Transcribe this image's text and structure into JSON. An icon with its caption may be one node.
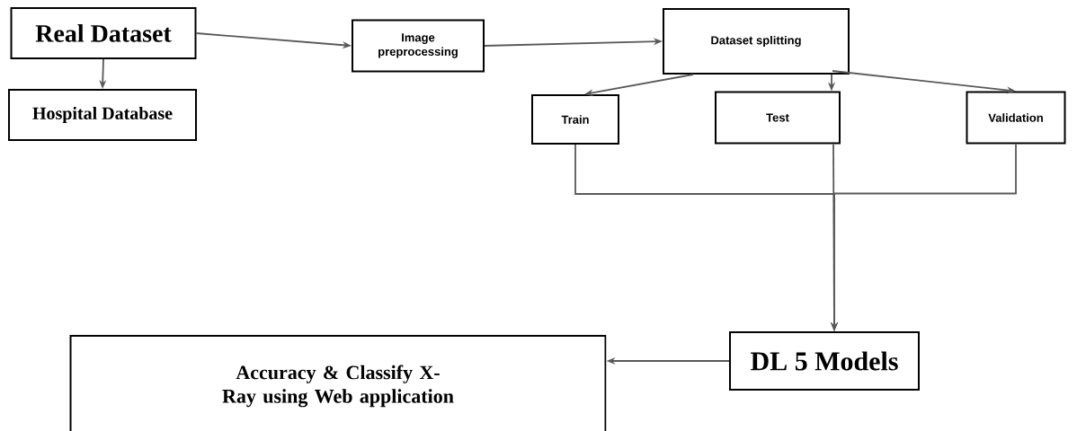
{
  "diagram": {
    "nodes": [
      {
        "text": [
          "Real Dataset"
        ]
      },
      {
        "text": [
          "Hospital Database"
        ]
      },
      {
        "text": [
          "Image preprocessing"
        ]
      },
      {
        "text": [
          "Dataset splitting"
        ]
      },
      {
        "text": [
          "Train"
        ]
      },
      {
        "text": [
          "Test"
        ]
      },
      {
        "text": [
          "Validation"
        ]
      },
      {
        "text": [
          "DL 5 Models"
        ]
      },
      {
        "text": [
          "Accuracy & Classify X-Ray using Web application"
        ]
      }
    ],
    "edges": [
      {
        "from": 0,
        "to": 2,
        "arrow": "to"
      },
      {
        "from": 2,
        "to": 3,
        "arrow": "to"
      },
      {
        "from": 0,
        "to": 1,
        "arrow": "to"
      },
      {
        "from": 3,
        "to": 4,
        "arrow": "to"
      },
      {
        "from": 3,
        "to": 5,
        "arrow": "to"
      },
      {
        "from": 3,
        "to": 6,
        "arrow": "to"
      },
      {
        "from": 4,
        "to": 7,
        "arrow": "to"
      },
      {
        "from": 5,
        "to": 7,
        "arrow": "to"
      },
      {
        "from": 6,
        "to": 7,
        "arrow": "to"
      },
      {
        "from": 7,
        "to": 8,
        "arrow": "to"
      }
    ]
  }
}
